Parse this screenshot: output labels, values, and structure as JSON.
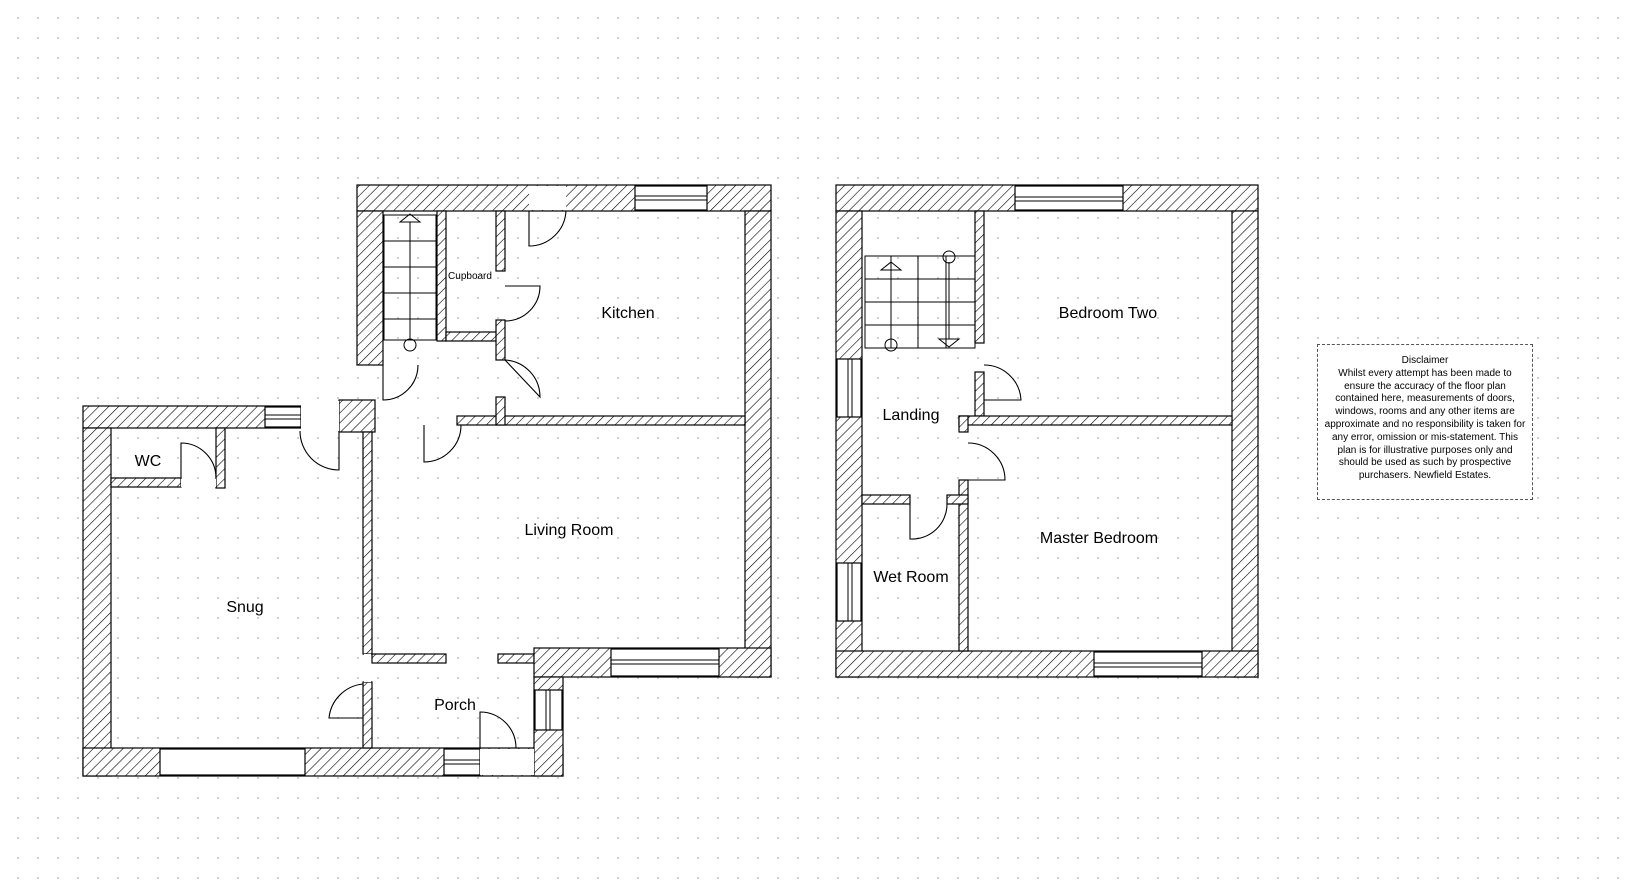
{
  "rooms": {
    "kitchen": "Kitchen",
    "cupboard": "Cupboard",
    "living_room": "Living Room",
    "wc": "WC",
    "snug": "Snug",
    "porch": "Porch",
    "landing": "Landing",
    "bedroom_two": "Bedroom Two",
    "wet_room": "Wet Room",
    "master_bedroom": "Master Bedroom"
  },
  "disclaimer": {
    "title": "Disclaimer",
    "text": "Whilst every attempt has been made to ensure the accuracy of the floor plan contained here, measurements of doors, windows, rooms and any other items are approximate and no responsibility is taken for any error, omission or mis-statement. This plan is for illustrative purposes only and should be used as such by prospective purchasers. Newfield Estates."
  },
  "colors": {
    "line": "#000000",
    "hatch": "#000000",
    "background": "#ffffff",
    "grid_dot": "#c8c8c8"
  }
}
